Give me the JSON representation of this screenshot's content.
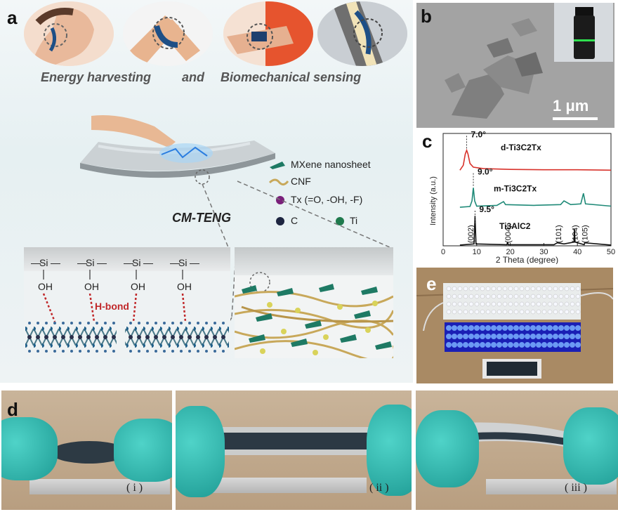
{
  "panels": {
    "a": {
      "letter": "a",
      "caption_left": "Energy harvesting",
      "caption_mid": "and",
      "caption_right": "Biomechanical sensing",
      "device_label": "CM-TENG",
      "legend": {
        "mxene": "MXene nanosheet",
        "cnf": "CNF",
        "tx": "Tx (=O, -OH, -F)",
        "c": "C",
        "ti": "Ti"
      },
      "si_label": "Si",
      "oh_label": "OH",
      "hbond_label": "H-bond"
    },
    "b": {
      "letter": "b",
      "scale_bar": "1 μm"
    },
    "c": {
      "letter": "c"
    },
    "d": {
      "letter": "d",
      "labels": [
        "( i )",
        "( ii )",
        "( iii )"
      ]
    },
    "e": {
      "letter": "e"
    }
  },
  "colors": {
    "d_curve": "#d8322b",
    "m_curve": "#1f8a78",
    "ti3alc2_curve": "#111111",
    "glove": "#2bb3aa",
    "mxene": "#1e7a64",
    "cnf": "#c8a85a"
  },
  "chart_data": {
    "type": "line",
    "xlabel": "2 Theta (degree)",
    "ylabel": "Intensity (a.u.)",
    "xlim": [
      0,
      50
    ],
    "xticks": [
      0,
      10,
      20,
      30,
      40,
      50
    ],
    "grid": false,
    "series": [
      {
        "name": "d-Ti3C2Tx",
        "color": "#d8322b",
        "offset": 2.0,
        "points": [
          [
            5,
            0.02
          ],
          [
            6,
            0.15
          ],
          [
            6.6,
            0.45
          ],
          [
            7,
            0.55
          ],
          [
            7.4,
            0.45
          ],
          [
            8,
            0.2
          ],
          [
            9,
            0.1
          ],
          [
            12,
            0.06
          ],
          [
            20,
            0.04
          ],
          [
            30,
            0.03
          ],
          [
            40,
            0.03
          ],
          [
            50,
            0.02
          ]
        ]
      },
      {
        "name": "m-Ti3C2Tx",
        "color": "#1f8a78",
        "offset": 1.0,
        "points": [
          [
            5,
            0.03
          ],
          [
            8,
            0.05
          ],
          [
            8.6,
            0.2
          ],
          [
            9,
            0.55
          ],
          [
            9.4,
            0.2
          ],
          [
            10,
            0.06
          ],
          [
            16,
            0.08
          ],
          [
            18,
            0.18
          ],
          [
            18.6,
            0.1
          ],
          [
            27,
            0.08
          ],
          [
            35,
            0.1
          ],
          [
            36,
            0.2
          ],
          [
            38,
            0.1
          ],
          [
            41,
            0.12
          ],
          [
            41.8,
            0.4
          ],
          [
            42.4,
            0.12
          ],
          [
            50,
            0.06
          ]
        ]
      },
      {
        "name": "Ti3AlC2",
        "color": "#111111",
        "offset": 0.0,
        "points": [
          [
            5,
            0.02
          ],
          [
            9.2,
            0.05
          ],
          [
            9.5,
            0.8
          ],
          [
            9.8,
            0.05
          ],
          [
            19,
            0.03
          ],
          [
            19.2,
            0.1
          ],
          [
            19.4,
            0.03
          ],
          [
            33,
            0.03
          ],
          [
            34,
            0.08
          ],
          [
            36,
            0.05
          ],
          [
            39,
            0.1
          ],
          [
            39.1,
            0.45
          ],
          [
            39.3,
            0.1
          ],
          [
            42,
            0.03
          ],
          [
            42.2,
            0.08
          ],
          [
            50,
            0.02
          ]
        ]
      }
    ],
    "annotations": [
      {
        "text": "7.0°",
        "x": 7.0,
        "series": 0
      },
      {
        "text": "9.0°",
        "x": 9.0,
        "series": 1
      },
      {
        "text": "9.5°",
        "x": 9.5,
        "series": 2
      }
    ],
    "series_labels": [
      "d-Ti3C2Tx",
      "m-Ti3C2Tx",
      "Ti3AlC2"
    ],
    "peak_labels": [
      {
        "text": "(002)",
        "x": 8.2
      },
      {
        "text": "(004)",
        "x": 19.2
      },
      {
        "text": "(101)",
        "x": 34.3
      },
      {
        "text": "(104)",
        "x": 39.2
      },
      {
        "text": "(105)",
        "x": 42.2
      }
    ]
  }
}
